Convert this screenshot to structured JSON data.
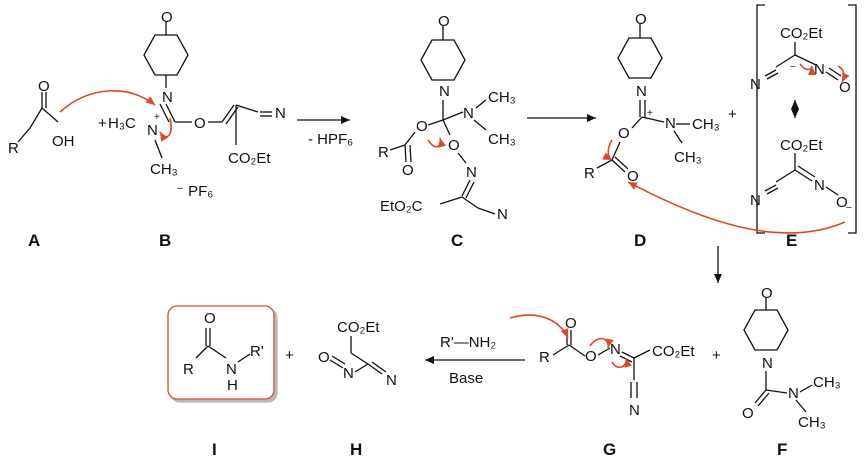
{
  "colors": {
    "ink": "#111111",
    "curly_arrow": "#e0472a",
    "product_box_border": "#e0472a",
    "product_box_shadow": "#b9b9b9"
  },
  "compounds": {
    "A": {
      "caption": "A",
      "R": "R",
      "O": "O",
      "OH": "OH"
    },
    "B": {
      "caption": "B",
      "N": "N",
      "O": "O",
      "CN_N": "N",
      "CO2Et": "CO₂Et",
      "CH3a": "H₃C",
      "Nplus": "N",
      "charge": "+",
      "CH3b": "CH₃",
      "PF6": "⁻ PF₆"
    },
    "C": {
      "caption": "C",
      "N": "N",
      "O": "O",
      "CH3a": "CH₃",
      "CH3b": "CH₃",
      "R": "R",
      "EtO2C": "EtO₂C",
      "CN_N": "N"
    },
    "D": {
      "caption": "D",
      "N": "N",
      "O": "O",
      "charge": "+",
      "CH3a": "CH₃",
      "CH3b": "CH₃",
      "R": "R",
      "plus_outer": "+"
    },
    "E": {
      "caption": "E",
      "CO2Et_top": "CO₂Et",
      "N_top": "N",
      "NO_top": "N",
      "O_top": "O",
      "CO2Et_bot": "CO₂Et",
      "N_bot": "N",
      "NO_bot": "N",
      "O_bot": "O",
      "minus": "−"
    },
    "F": {
      "caption": "F",
      "O": "O",
      "N": "N",
      "O2": "O",
      "CH3a": "CH₃",
      "CH3b": "CH₃"
    },
    "G": {
      "caption": "G",
      "O": "O",
      "R": "R",
      "N": "N",
      "CO2Et": "CO₂Et",
      "CN_N": "N"
    },
    "H": {
      "caption": "H",
      "CO2Et": "CO₂Et",
      "O": "O",
      "N": "N",
      "CN_N": "N"
    },
    "I": {
      "caption": "I",
      "O": "O",
      "R": "R",
      "NH": "N",
      "H": "H",
      "R_prime": "R'"
    }
  },
  "reagents": {
    "step1": "- HPF₆",
    "amine": "R'—NH₂",
    "base": "Base"
  },
  "plus_signs": [
    "+",
    "+",
    "+"
  ]
}
